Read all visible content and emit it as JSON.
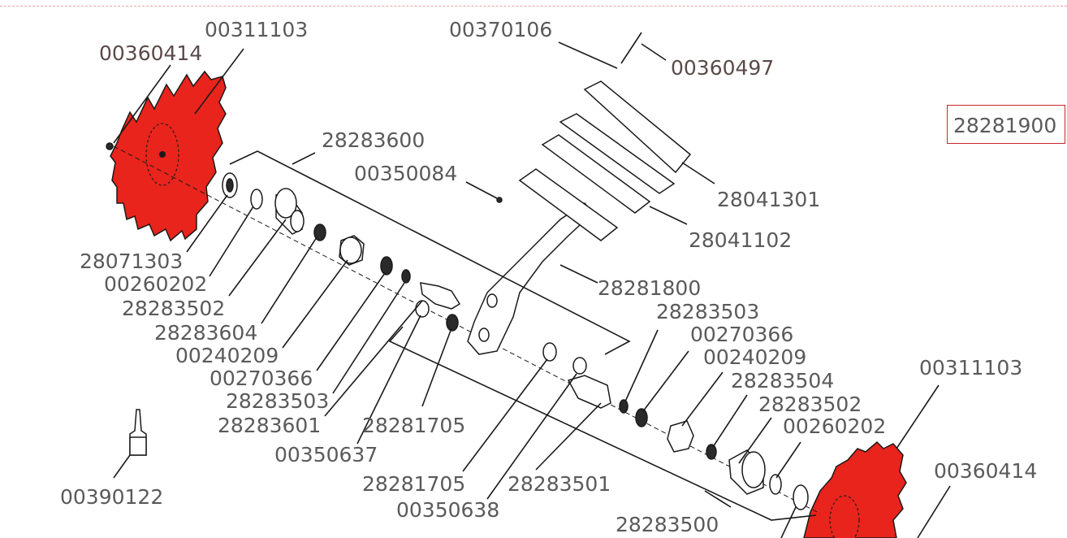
{
  "assembly": {
    "number": "28281900"
  },
  "labels": {
    "l_00311103_top": "00311103",
    "l_00360414_top": "00360414",
    "l_00370106": "00370106",
    "l_00360497": "00360497",
    "l_28283600": "28283600",
    "l_00350084": "00350084",
    "l_28041301": "28041301",
    "l_28041102": "28041102",
    "l_28281800": "28281800",
    "l_28071303": "28071303",
    "l_00260202_left": "00260202",
    "l_28283502_left": "28283502",
    "l_28283604": "28283604",
    "l_00240209_left": "00240209",
    "l_00270366_left": "00270366",
    "l_28283503_left": "28283503",
    "l_28283601": "28283601",
    "l_00350637": "00350637",
    "l_28281705_a": "28281705",
    "l_28281705_b": "28281705",
    "l_00350638": "00350638",
    "l_28283501": "28283501",
    "l_28283500": "28283500",
    "l_00390122": "00390122",
    "l_28283503_right": "28283503",
    "l_00270366_right": "00270366",
    "l_00240209_right": "00240209",
    "l_28283504": "28283504",
    "l_28283502_right": "28283502",
    "l_00260202_right": "00260202",
    "l_00311103_bottom": "00311103",
    "l_00360414_bottom": "00360414"
  },
  "colors": {
    "disc": "#e8241c",
    "frame": "#c9262c",
    "dash": "#e8a3a8",
    "text": "#5a5a5a"
  }
}
